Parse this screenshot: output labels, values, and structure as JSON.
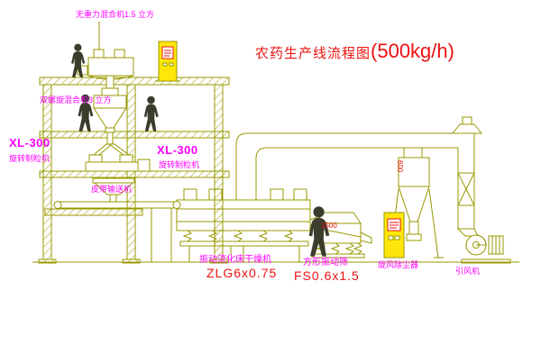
{
  "title": {
    "text": "农药生产线流程图",
    "capacity": "(500kg/h)"
  },
  "equipment_labels": {
    "mixer_top": "无重力混合机1.5 立方",
    "mixer_cone": "双螺旋混合机3 立方",
    "granulator_left_model": "XL-300",
    "granulator_left_name": "旋转制粒机",
    "granulator_mid_model": "XL-300",
    "granulator_mid_name": "旋转制粒机",
    "belt_conveyor": "皮带输送机",
    "dryer_name": "振动流化床干燥机",
    "dryer_model": "ZLG6x0.75",
    "screen_name": "方形振动筛",
    "screen_model": "FS0.6x1.5",
    "cyclone_name": "旋风除尘器",
    "fan_name": "引风机",
    "cyclone_dim": "600",
    "screen_dim": "1500"
  },
  "colors": {
    "line": "#989800",
    "label_magenta": "#ff00ff",
    "text_red": "#ee1111",
    "cabinet_yellow": "#ffe60a",
    "figure_dark": "#3c3c2c",
    "background": "#ffffff"
  }
}
